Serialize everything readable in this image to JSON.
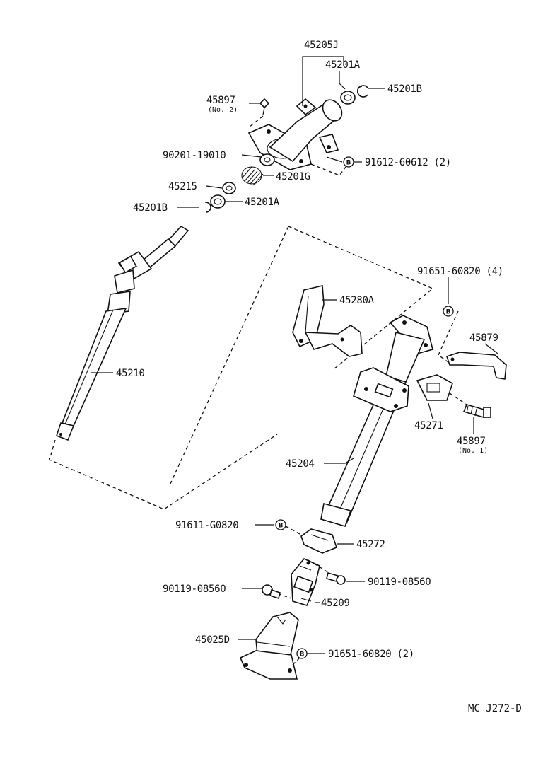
{
  "diagram_code": "MC  J272-D",
  "callouts": {
    "p45205J": "45205J",
    "p45201A_top": "45201A",
    "p45201B_top": "45201B",
    "p45897_no2": "45897",
    "p45897_no2_note": "(No. 2)",
    "p90201": "90201-19010",
    "p91612": "91612-60612 (2)",
    "p45201G": "45201G",
    "p45215": "45215",
    "p45201B_low": "45201B",
    "p45201A_low": "45201A",
    "p91651_4": "91651-60820 (4)",
    "p45280A": "45280A",
    "p45879": "45879",
    "p45210": "45210",
    "p45271": "45271",
    "p45897_no1": "45897",
    "p45897_no1_note": "(No. 1)",
    "p45204": "45204",
    "p91611": "91611-G0820",
    "p45272": "45272",
    "p90119_right": "90119-08560",
    "p90119_left": "90119-08560",
    "p45209": "45209",
    "p45025D": "45025D",
    "p91651_2": "91651-60820 (2)"
  },
  "badges": {
    "b1": "B",
    "b2": "B",
    "b3": "B",
    "b4": "B"
  }
}
